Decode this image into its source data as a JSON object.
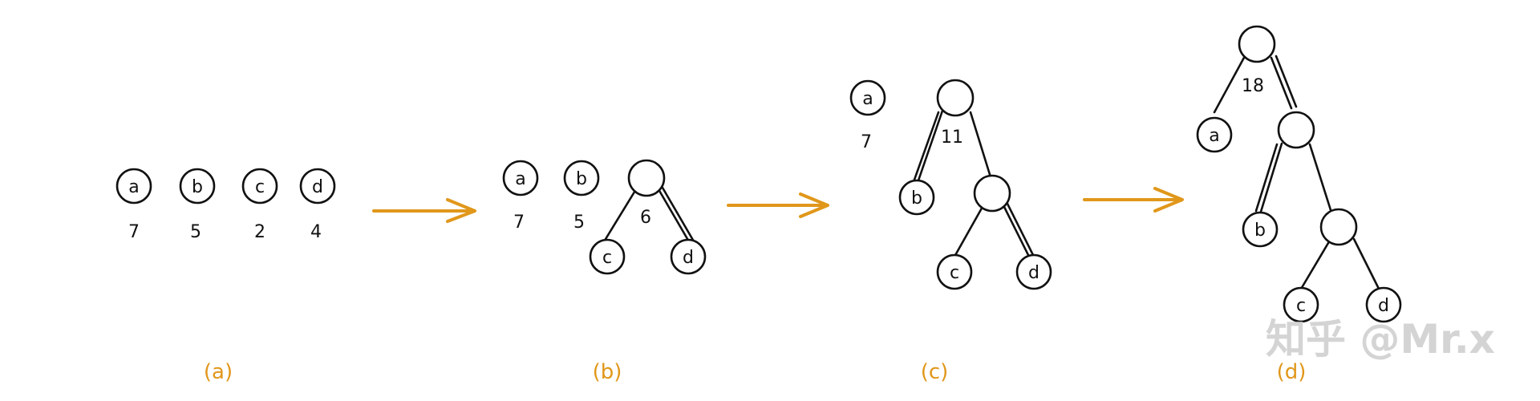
{
  "colors": {
    "accent": "#e0971a",
    "ink": "#111111",
    "watermark": "#d4d4d4"
  },
  "panels": {
    "a": {
      "caption": "(a)",
      "nodes": [
        {
          "label": "a",
          "weight": "7"
        },
        {
          "label": "b",
          "weight": "5"
        },
        {
          "label": "c",
          "weight": "2"
        },
        {
          "label": "d",
          "weight": "4"
        }
      ]
    },
    "b": {
      "caption": "(b)",
      "nodes": [
        {
          "label": "a",
          "weight": "7"
        },
        {
          "label": "b",
          "weight": "5"
        }
      ],
      "tree": {
        "root_weight": "6",
        "leaves": [
          "c",
          "d"
        ]
      }
    },
    "c": {
      "caption": "(c)",
      "nodes": [
        {
          "label": "a",
          "weight": "7"
        }
      ],
      "tree": {
        "root_weight": "11",
        "leaf": "b",
        "inner_leaves": [
          "c",
          "d"
        ]
      }
    },
    "d": {
      "caption": "(d)",
      "tree": {
        "root_weight": "18",
        "leaves": [
          "a",
          "b",
          "c",
          "d"
        ]
      }
    }
  },
  "watermark": "知乎 @Mr.x"
}
